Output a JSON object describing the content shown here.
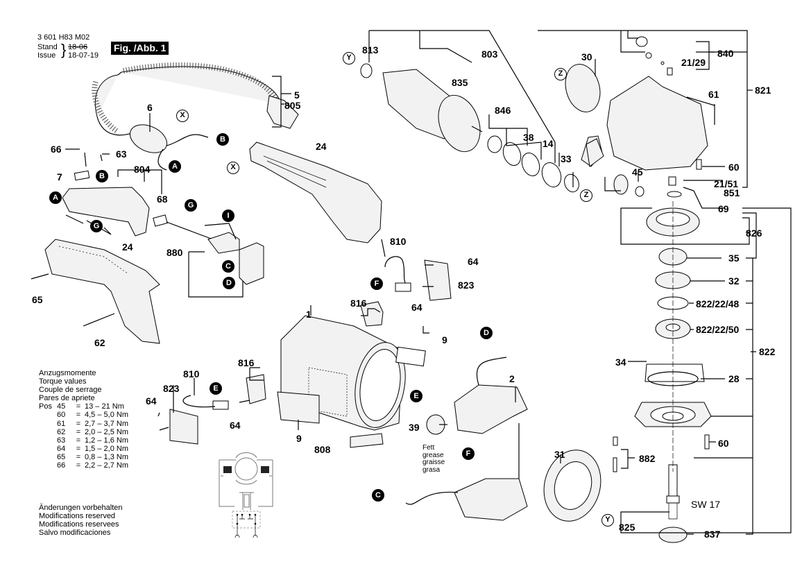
{
  "header": {
    "part_number": "3 601 H83 M02",
    "stand_label": "Stand",
    "issue_label": "Issue",
    "stand_value_struck": "18-06",
    "issue_value": "18-07-19",
    "figure_label": "Fig. /Abb. 1"
  },
  "torque": {
    "title_de": "Anzugsmomente",
    "title_en": "Torque values",
    "title_fr": "Couple de serrage",
    "title_es": "Pares de apriete",
    "pos_label": "Pos",
    "rows": [
      {
        "pos": "45",
        "eq": "=",
        "value": "13  – 21 Nm"
      },
      {
        "pos": "60",
        "eq": "=",
        "value": "4,5 – 5,0 Nm"
      },
      {
        "pos": "61",
        "eq": "=",
        "value": "2,7 – 3,7 Nm"
      },
      {
        "pos": "62",
        "eq": "=",
        "value": "2,0 – 2,5 Nm"
      },
      {
        "pos": "63",
        "eq": "=",
        "value": "1,2 – 1,6 Nm"
      },
      {
        "pos": "64",
        "eq": "=",
        "value": "1,5 – 2,0 Nm"
      },
      {
        "pos": "65",
        "eq": "=",
        "value": "0,8 – 1,3 Nm"
      },
      {
        "pos": "66",
        "eq": "=",
        "value": "2,2 – 2,7 Nm"
      }
    ]
  },
  "modifications": [
    "Änderungen vorbehalten",
    "Modifications reserved",
    "Modifications reservees",
    "Salvo modificaciones"
  ],
  "grease_note": [
    "Fett",
    "grease",
    "graisse",
    "grasa"
  ],
  "wrench_size": "SW 17",
  "part_labels": {
    "p5": "5",
    "p805": "805",
    "p6": "6",
    "p66": "66",
    "p63": "63",
    "p7": "7",
    "p804": "804",
    "p68": "68",
    "p880": "880",
    "p24a": "24",
    "p24b": "24",
    "p65": "65",
    "p62": "62",
    "p813": "813",
    "p803": "803",
    "p835": "835",
    "p846": "846",
    "p38": "38",
    "p14": "14",
    "p33": "33",
    "p30": "30",
    "p840": "840",
    "p2129": "21/29",
    "p61": "61",
    "p821": "821",
    "p60a": "60",
    "p2151": "21/51",
    "p851": "851",
    "p45": "45",
    "p69": "69",
    "p826": "826",
    "p35": "35",
    "p32": "32",
    "p822_22_48": "822/22/48",
    "p822_22_50": "822/22/50",
    "p822": "822",
    "p34": "34",
    "p28": "28",
    "p60b": "60",
    "p882": "882",
    "p825": "825",
    "p837": "837",
    "p31": "31",
    "p2": "2",
    "p39": "39",
    "p810a": "810",
    "p823a": "823",
    "p64a": "64",
    "p816a": "816",
    "p64b": "64",
    "p9a": "9",
    "p1": "1",
    "p816b": "816",
    "p810b": "810",
    "p823b": "823",
    "p64c": "64",
    "p64d": "64",
    "p9b": "9",
    "p808": "808"
  },
  "connectors": {
    "X": "X",
    "Y": "Y",
    "Z": "Z",
    "A": "A",
    "B": "B",
    "C": "C",
    "D": "D",
    "E": "E",
    "F": "F",
    "G": "G",
    "I": "I"
  }
}
